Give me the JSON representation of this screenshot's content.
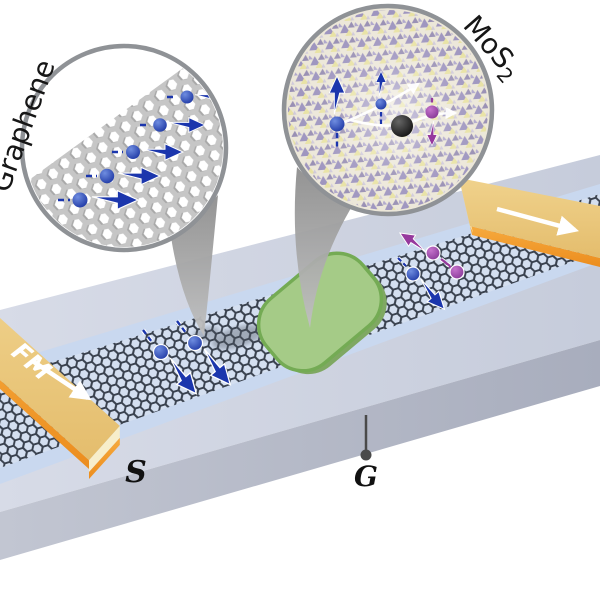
{
  "labels": {
    "graphene_inset": "Graphene",
    "mos2_inset_main": "MoS",
    "mos2_inset_sub": "2",
    "ferromagnet_electrode": "FM",
    "source_terminal": "S",
    "gate_terminal": "G"
  },
  "colors": {
    "background": "#ffffff",
    "spin_blue": "#1b36ad",
    "spin_purple": "#96399d",
    "electrode_gold": "#ecc87e",
    "electrode_orange": "#f09b2d",
    "electrode_end_cream": "#f7eecb",
    "flake_green": "#a5cb87",
    "flake_green_edge": "#74ab54",
    "substrate_top": "#cdd3e1",
    "substrate_front": "#b0b5c4",
    "channel_strip_blue": "#c9d8ef",
    "graphene_mesh_line": "#39414e",
    "inset_lattice_gray": "#c2c2c2",
    "inset_border_gray": "#8f9296",
    "funnel_gray": "#9a9a9a",
    "defect_black": "#111111",
    "trajectory_white": "#ffffff"
  },
  "icons": {
    "left_inset_spin_arrows": "five fat blue right-arrows on graphene lattice",
    "device_left_spin_arrows": "two fat blue down-right arrows (injected spins)",
    "device_right_spin_arrows": "blue down-right arrow and purple up-left arrows (scattered spins)",
    "mos2_inset_arrows": "two blue up-arrows, one purple down-arrow, forked white trajectory around black defect",
    "electrode_current_arrows": "white arrows along source and drain electrodes",
    "magnifier_funnels": "gray cones linking insets to device"
  }
}
